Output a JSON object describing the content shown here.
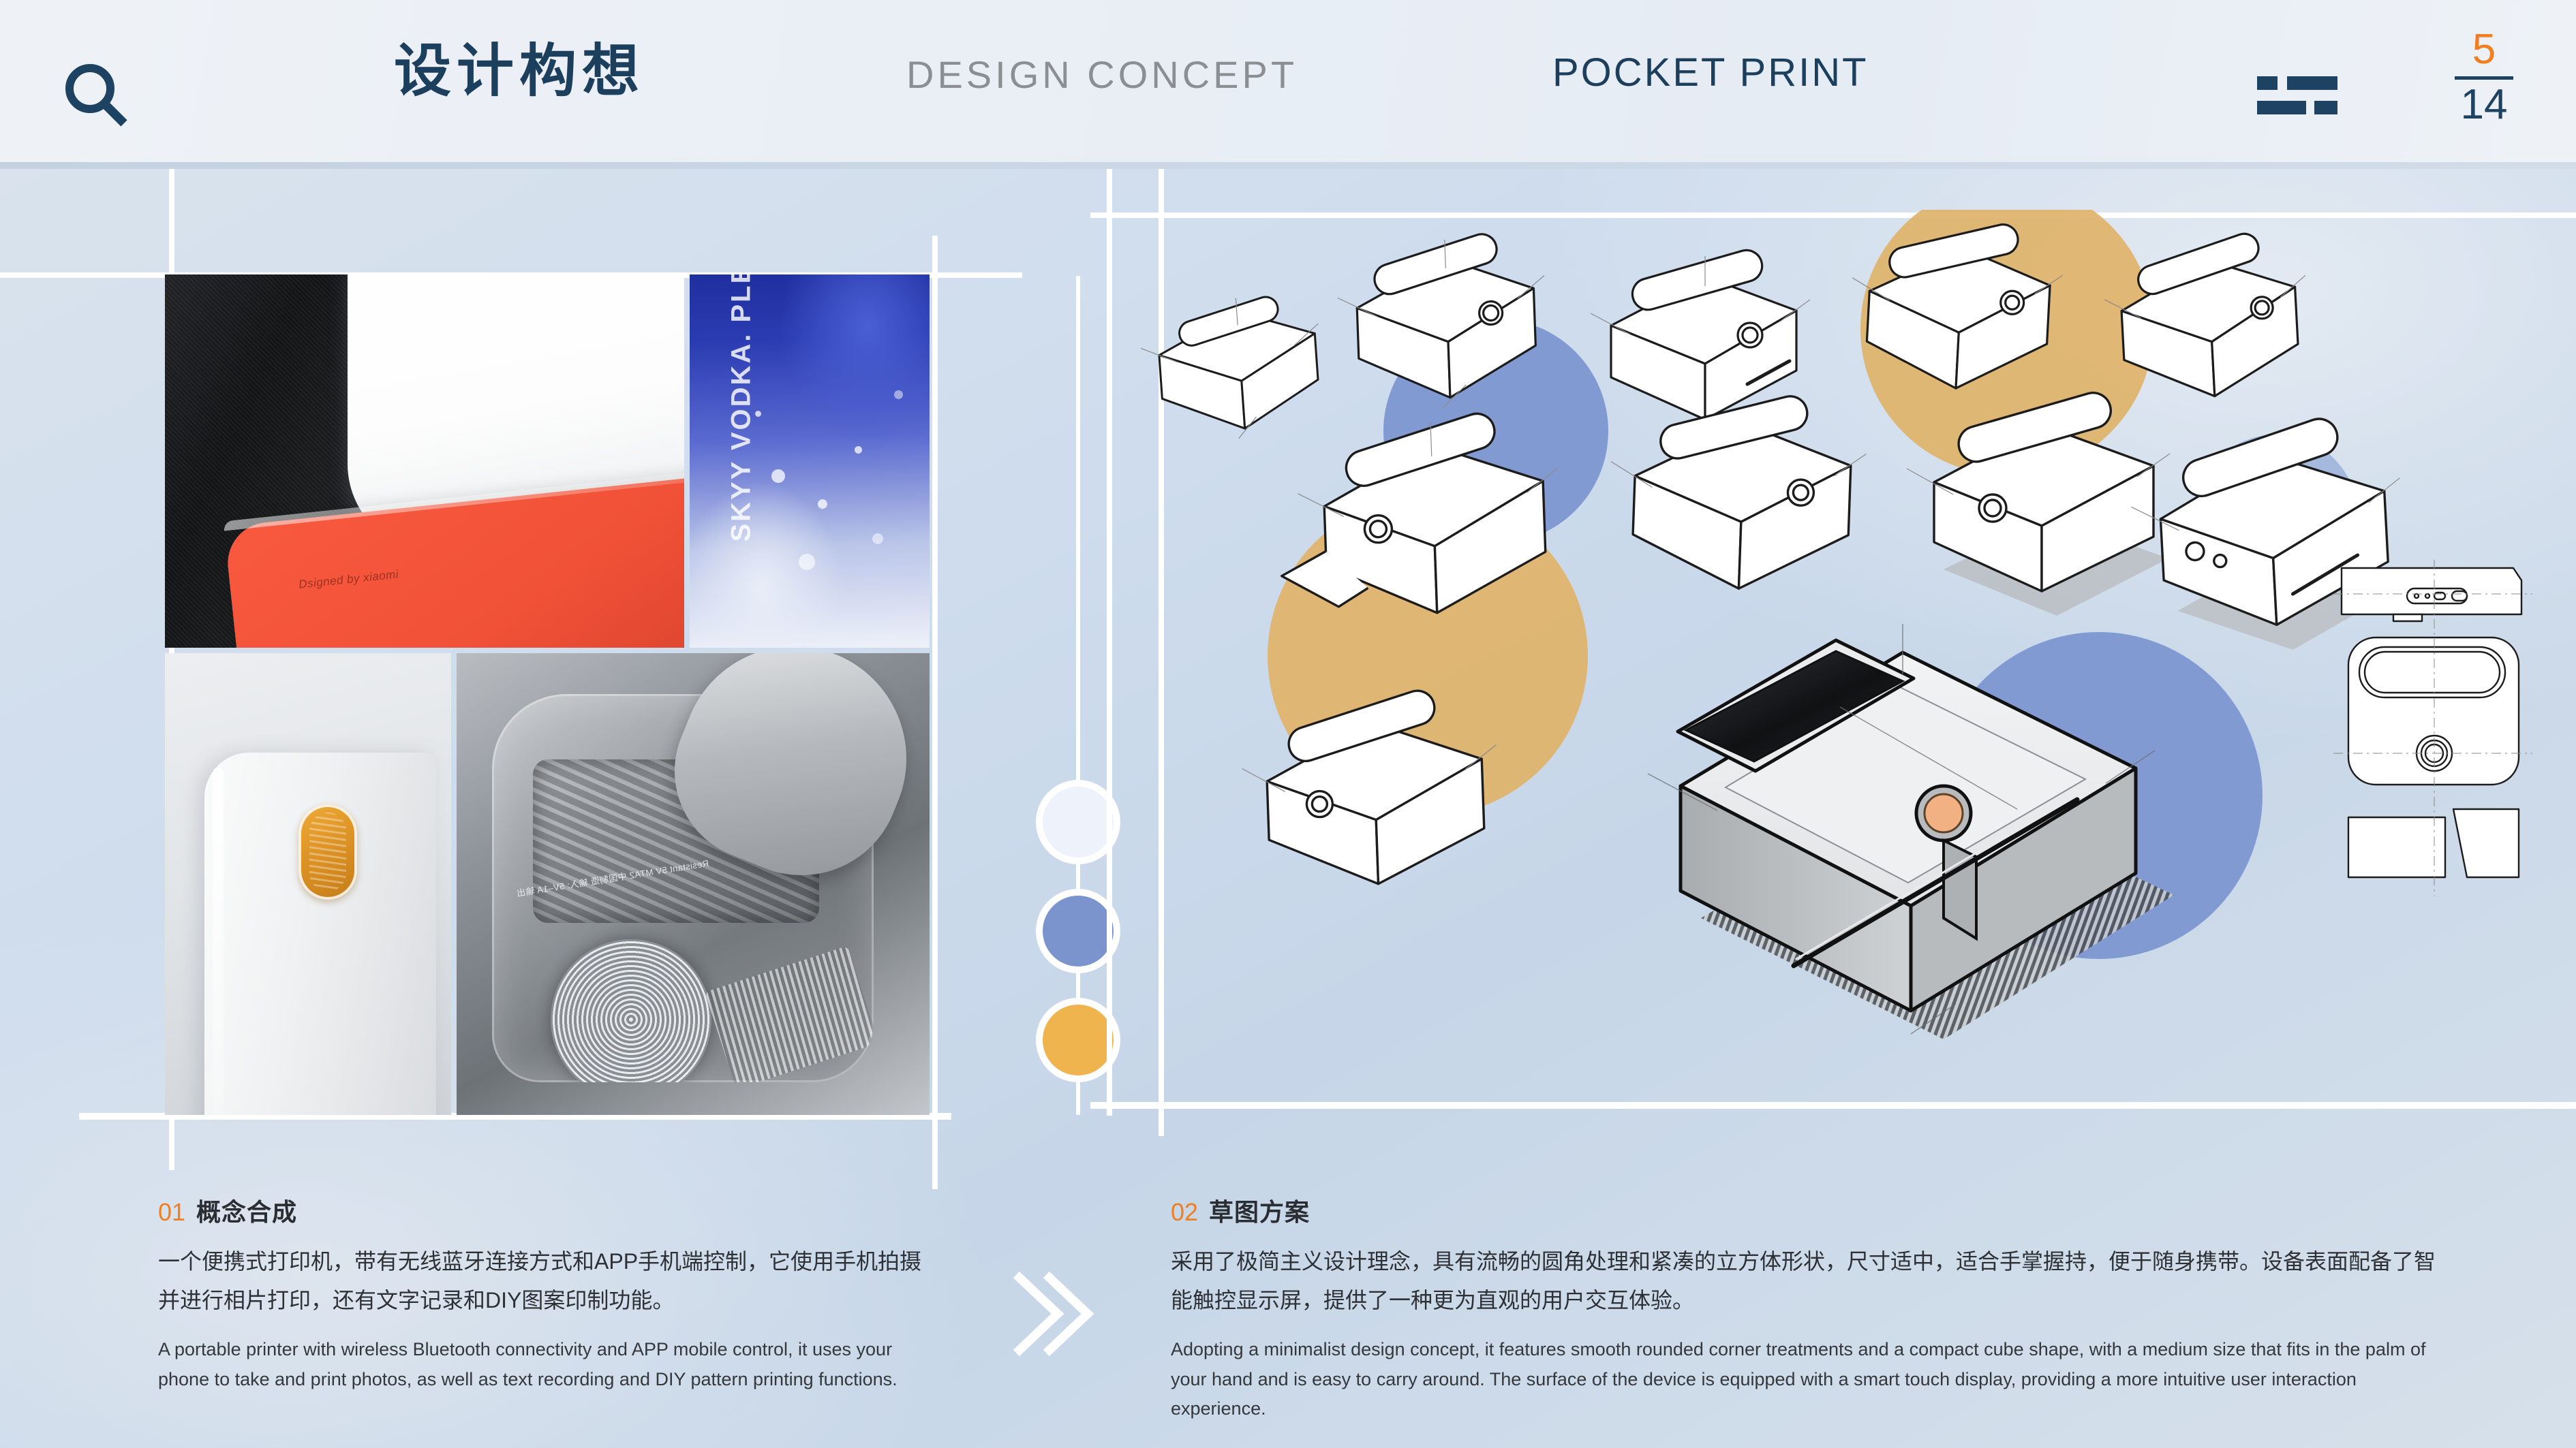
{
  "header": {
    "search_icon": "search-icon",
    "title_cn": "设计构想",
    "title_en": "DESIGN CONCEPT",
    "product_name": "POCKET PRINT",
    "menu_icon": "menu-bars-icon",
    "page_current": "5",
    "page_total": "14"
  },
  "palette": {
    "accent_orange": "#ef7f22",
    "navy": "#1d4262",
    "swatch_light": "#edf2fb",
    "swatch_blue": "#7b94cd",
    "swatch_amber": "#f0b44f",
    "deco_tan": "#dfb46e",
    "deco_blue": "#7b95cf",
    "background": "#cedced"
  },
  "left_panel": {
    "photos": [
      {
        "name": "product-photo-device-trio",
        "caption_overlay": "Dsigned by xiaomi"
      },
      {
        "name": "product-photo-vodka-bottle",
        "brand_text": "SKYY VODKA. PLEASE"
      },
      {
        "name": "product-photo-orange-button-detail"
      },
      {
        "name": "product-photo-internal-teardown",
        "micro_text": "Resistant 5V MTA2 中国制造 输入: 5V–1A 输出"
      }
    ],
    "swatches": [
      {
        "name": "swatch-light",
        "color": "#edf2fb"
      },
      {
        "name": "swatch-blue",
        "color": "#7b94cd"
      },
      {
        "name": "swatch-amber",
        "color": "#f0b44f"
      }
    ]
  },
  "right_panel": {
    "label": "concept-sketch-board",
    "sketch_count": 10,
    "hero_label": "hero-product-render",
    "ortho_label": "orthographic-technical-views"
  },
  "captions": {
    "left": {
      "number": "01",
      "title": "概念合成",
      "cn": "一个便携式打印机，带有无线蓝牙连接方式和APP手机端控制，它使用手机拍摄并进行相片打印，还有文字记录和DIY图案印制功能。",
      "en": "A portable printer with wireless Bluetooth connectivity and APP mobile control, it uses your phone to take and print photos, as well as text recording and DIY pattern printing functions."
    },
    "right": {
      "number": "02",
      "title": "草图方案",
      "cn": "采用了极简主义设计理念，具有流畅的圆角处理和紧凑的立方体形状，尺寸适中，适合手掌握持，便于随身携带。设备表面配备了智能触控显示屏，提供了一种更为直观的用户交互体验。",
      "en": "Adopting a minimalist design concept, it features smooth rounded corner treatments and a compact cube shape, with a medium size that fits in the palm of your hand and is easy to carry around. The surface of the device is equipped with a smart touch display, providing a more intuitive user interaction experience."
    }
  },
  "chevron_icon": "double-chevron-right-icon"
}
